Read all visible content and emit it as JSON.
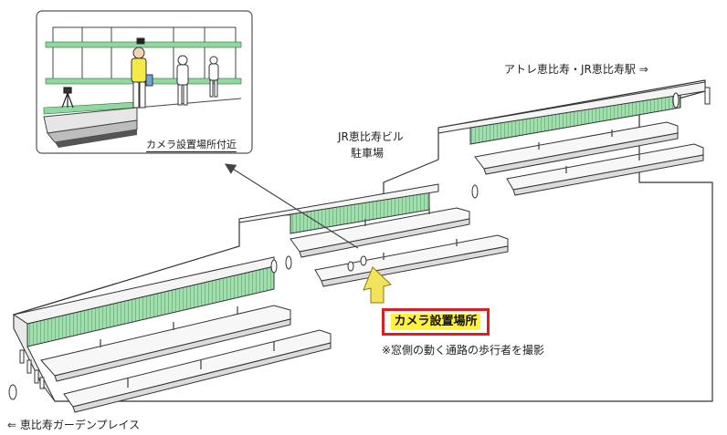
{
  "labels": {
    "inset_caption": "カメラ設置場所付近",
    "atre_direction": "アトレ恵比寿・JR恵比寿駅 ⇒",
    "jr_building_line1": "JR恵比寿ビル",
    "jr_building_line2": "駐車場",
    "camera_location": "カメラ設置場所",
    "note": "※窓側の動く通路の歩行者を撮影",
    "garden_place_direction": "⇐ 恵比寿ガーデンプレイス"
  },
  "colors": {
    "window_green": "#8fd9a0",
    "marker_yellow": "#fff23a",
    "highlight_red": "#d61f26",
    "arrow_yellow": "#f2e35a",
    "shirt_yellow": "#f5e94a"
  },
  "icons": [
    "up-arrow-icon",
    "pointer-arrow-icon",
    "camera-icon"
  ]
}
